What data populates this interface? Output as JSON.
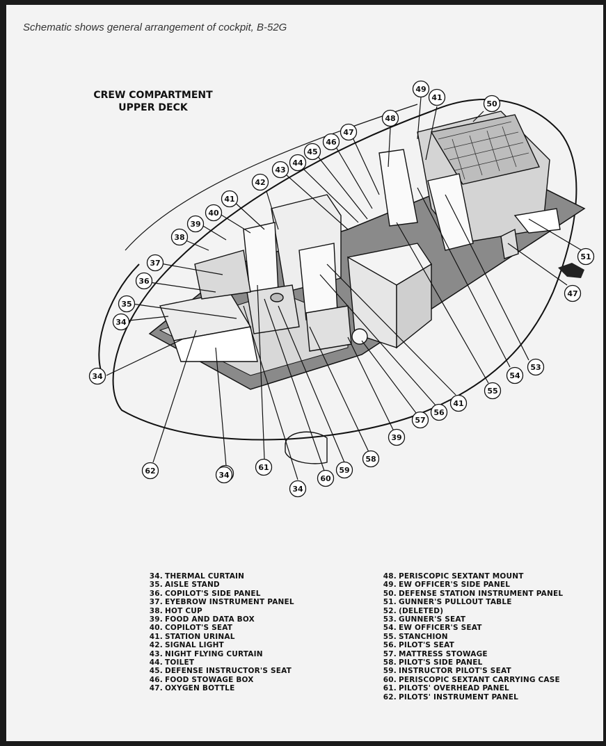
{
  "caption": "Schematic shows general arrangement of cockpit, B-52G",
  "title": [
    "CREW COMPARTMENT",
    "UPPER DECK"
  ],
  "legend_left": [
    {
      "num": "34.",
      "label": "THERMAL CURTAIN"
    },
    {
      "num": "35.",
      "label": "AISLE STAND"
    },
    {
      "num": "36.",
      "label": "COPILOT'S SIDE PANEL"
    },
    {
      "num": "37.",
      "label": "EYEBROW INSTRUMENT PANEL"
    },
    {
      "num": "38.",
      "label": "HOT CUP"
    },
    {
      "num": "39.",
      "label": "FOOD AND DATA BOX"
    },
    {
      "num": "40.",
      "label": "COPILOT'S SEAT"
    },
    {
      "num": "41.",
      "label": "STATION URINAL"
    },
    {
      "num": "42.",
      "label": "SIGNAL LIGHT"
    },
    {
      "num": "43.",
      "label": "NIGHT FLYING CURTAIN"
    },
    {
      "num": "44.",
      "label": "TOILET"
    },
    {
      "num": "45.",
      "label": "DEFENSE INSTRUCTOR'S SEAT"
    },
    {
      "num": "46.",
      "label": "FOOD STOWAGE BOX"
    },
    {
      "num": "47.",
      "label": "OXYGEN BOTTLE"
    }
  ],
  "legend_right": [
    {
      "num": "48.",
      "label": "PERISCOPIC SEXTANT MOUNT"
    },
    {
      "num": "49.",
      "label": "EW OFFICER'S SIDE PANEL"
    },
    {
      "num": "50.",
      "label": "DEFENSE STATION INSTRUMENT PANEL"
    },
    {
      "num": "51.",
      "label": "GUNNER'S PULLOUT TABLE"
    },
    {
      "num": "52.",
      "label": "(DELETED)"
    },
    {
      "num": "53.",
      "label": "GUNNER'S SEAT"
    },
    {
      "num": "54.",
      "label": "EW OFFICER'S SEAT"
    },
    {
      "num": "55.",
      "label": "STANCHION"
    },
    {
      "num": "56.",
      "label": "PILOT'S SEAT"
    },
    {
      "num": "57.",
      "label": "MATTRESS STOWAGE"
    },
    {
      "num": "58.",
      "label": "PILOT'S SIDE PANEL"
    },
    {
      "num": "59.",
      "label": "INSTRUCTOR PILOT'S SEAT"
    },
    {
      "num": "60.",
      "label": "PERISCOPIC SEXTANT CARRYING CASE"
    },
    {
      "num": "61.",
      "label": "PILOTS' OVERHEAD PANEL"
    },
    {
      "num": "62.",
      "label": "PILOTS' INSTRUMENT PANEL"
    }
  ],
  "callouts": [
    "34",
    "34",
    "34",
    "34",
    "35",
    "36",
    "37",
    "38",
    "39",
    "40",
    "41",
    "42",
    "43",
    "44",
    "45",
    "46",
    "47",
    "48",
    "49",
    "41",
    "50",
    "51",
    "47",
    "53",
    "54",
    "55",
    "41",
    "56",
    "57",
    "39",
    "58",
    "59",
    "60",
    "34",
    "61",
    "62"
  ]
}
